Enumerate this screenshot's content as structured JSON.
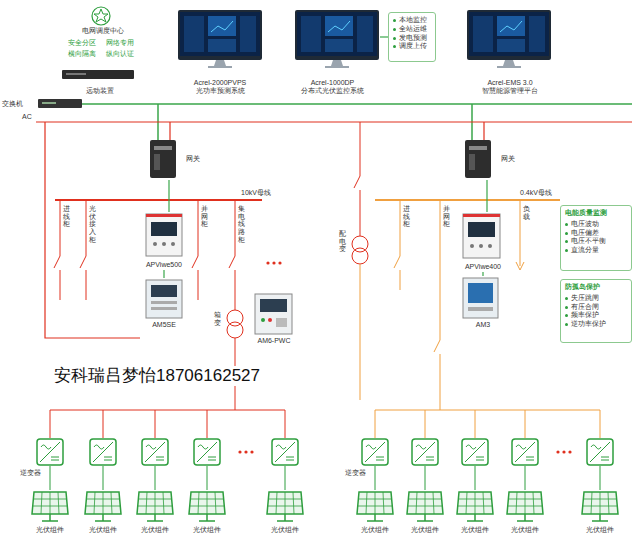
{
  "diagram": {
    "nodes": [
      {
        "text": [
          "电网调度中心"
        ]
      },
      {
        "text": [
          "远动装置"
        ]
      },
      {
        "text": [
          "Acrel-2000PVPS 光功率预测系统"
        ]
      },
      {
        "text": [
          "Acrel-1000DP 分布式光伏监控系统"
        ]
      },
      {
        "text": [
          "本地监控",
          "全站运维",
          "发电预测",
          "调度上传"
        ]
      },
      {
        "text": [
          "Acrel-EMS 3.0 智慧能源管理平台"
        ]
      },
      {
        "text": [
          "交换机"
        ]
      },
      {
        "text": [
          "网关"
        ]
      },
      {
        "text": [
          "网关"
        ]
      },
      {
        "text": [
          "APViwe500"
        ]
      },
      {
        "text": [
          "AM5SE"
        ]
      },
      {
        "text": [
          "AM6-PWC"
        ]
      },
      {
        "text": [
          "APViwe400"
        ]
      },
      {
        "text": [
          "AM3"
        ]
      },
      {
        "text": [
          "电能质量监测",
          "电压波动",
          "电压偏差",
          "电压不平衡",
          "直流分量"
        ]
      },
      {
        "text": [
          "防孤岛保护",
          "失压跳闸",
          "有压合闸",
          "频率保护",
          "逆功率保护"
        ]
      }
    ],
    "edges": [
      {
        "from": 3,
        "to": 4,
        "arrow": "none"
      },
      {
        "from": 7,
        "to": 9,
        "arrow": "none"
      },
      {
        "from": 9,
        "to": 10,
        "arrow": "none"
      },
      {
        "from": 8,
        "to": 12,
        "arrow": "none"
      },
      {
        "from": 12,
        "to": 13,
        "arrow": "none"
      }
    ],
    "labels": [
      "安全分区",
      "网络专用",
      "横向隔离",
      "纵向认证",
      "AC",
      "10kV母线",
      "进线柜",
      "光伏接入柜",
      "并网柜",
      "集电线路柜",
      "箱变",
      "配电变",
      "0.4kV母线",
      "进线柜",
      "并网柜",
      "负载",
      "安科瑞吕梦怡18706162527",
      "逆变器",
      "逆变器",
      "光伏组件",
      "光伏组件",
      "光伏组件",
      "光伏组件",
      "光伏组件",
      "光伏组件",
      "光伏组件",
      "光伏组件",
      "光伏组件",
      "光伏组件"
    ]
  }
}
